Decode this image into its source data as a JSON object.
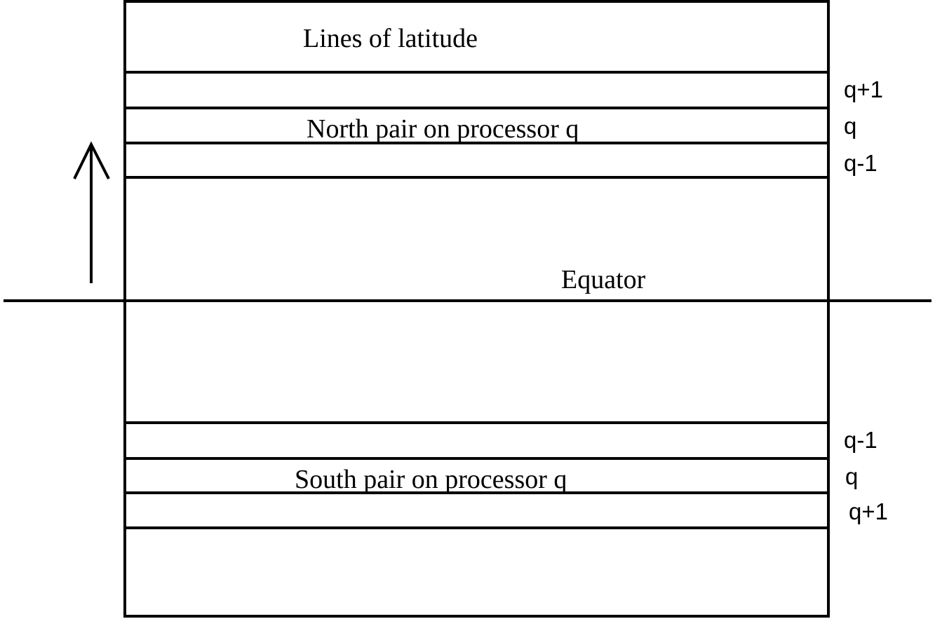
{
  "labels": {
    "lines_of_latitude": "Lines of latitude",
    "north_pair": "North pair on processor q",
    "equator": "Equator",
    "south_pair": "South pair on processor q"
  },
  "north_indices": [
    "q+1",
    "q",
    "q-1"
  ],
  "south_indices": [
    "q-1",
    "q",
    "q+1"
  ]
}
